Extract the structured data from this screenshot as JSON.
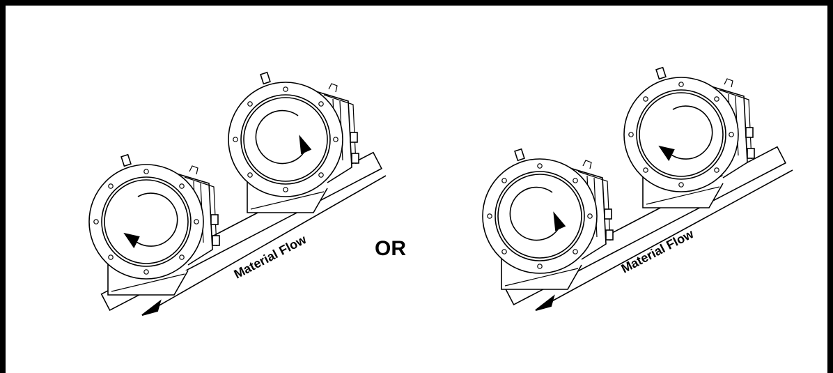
{
  "diagram": {
    "flow_label": "Material Flow",
    "separator": "OR",
    "panels": [
      {
        "id": "left",
        "flow_label": "Material Flow"
      },
      {
        "id": "right",
        "flow_label": "Material Flow"
      }
    ]
  }
}
